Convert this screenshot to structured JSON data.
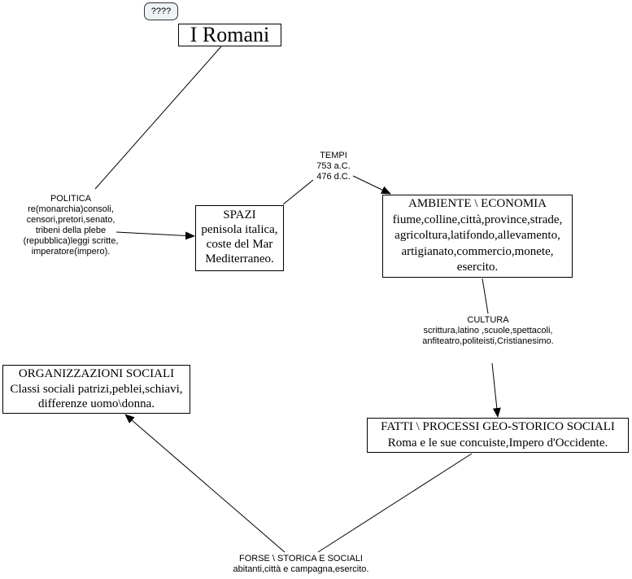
{
  "diagram": {
    "type": "concept-map",
    "bubble": {
      "label": "????"
    },
    "title": "I  Romani",
    "nodes": {
      "politica": {
        "heading": "POLITICA",
        "lines": [
          "re(monarchia)consoli,",
          "censori,pretori,senato,",
          "tribeni della plebe",
          "(repubblica)leggi scritte,",
          "imperatore(impero)."
        ]
      },
      "spazi": {
        "heading": "SPAZI",
        "lines": [
          "penisola italica,",
          "coste del Mar",
          "Mediterraneo."
        ]
      },
      "tempi": {
        "heading": "TEMPI",
        "lines": [
          "753 a.C.",
          "476 d.C."
        ]
      },
      "ambiente": {
        "heading": "AMBIENTE \\ ECONOMIA",
        "lines": [
          "fiume,colline,città,province,strade,",
          "agricoltura,latifondo,allevamento,",
          "artigianato,commercio,monete,",
          "esercito."
        ]
      },
      "cultura": {
        "heading": "CULTURA",
        "lines": [
          "scrittura,latino ,scuole,spettacoli,",
          "anfiteatro,politeisti,Cristianesimo."
        ]
      },
      "organizzazioni": {
        "heading": "ORGANIZZAZIONI SOCIALI",
        "lines": [
          "Classi sociali patrizi,peblei,schiavi,",
          "differenze uomo\\donna."
        ]
      },
      "fatti": {
        "heading": "FATTI \\ PROCESSI GEO-STORICO SOCIALI",
        "lines": [
          "Roma e le sue concuiste,Impero d'Occidente."
        ]
      },
      "forze": {
        "heading": "FORSE \\ STORICA E SOCIALI",
        "lines": [
          "abitanti,città e campagna,esercito."
        ]
      }
    },
    "connections": [
      {
        "from": "title",
        "to": "politica",
        "arrow": false
      },
      {
        "from": "politica",
        "to": "spazi",
        "arrow": true
      },
      {
        "from": "spazi",
        "to": "tempi",
        "arrow": false
      },
      {
        "from": "tempi",
        "to": "ambiente",
        "arrow": true
      },
      {
        "from": "ambiente",
        "to": "cultura",
        "arrow": false
      },
      {
        "from": "cultura",
        "to": "fatti",
        "arrow": true
      },
      {
        "from": "fatti",
        "to": "forze",
        "arrow": false
      },
      {
        "from": "forze",
        "to": "organizzazioni",
        "arrow": true
      }
    ]
  }
}
